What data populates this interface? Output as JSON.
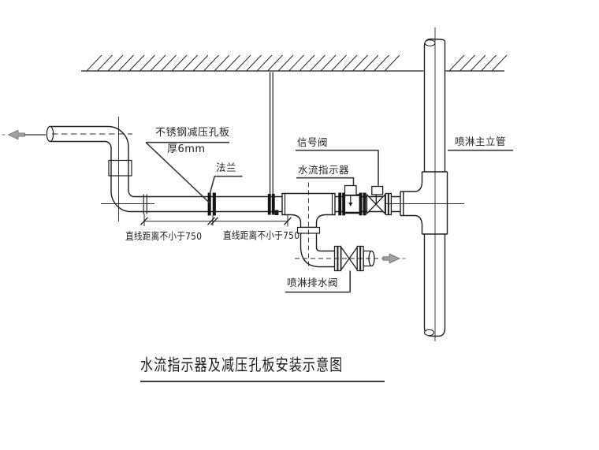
{
  "title": {
    "text": "水流指示器及减压孔板安装示意图"
  },
  "labels": {
    "orifice_plate_line1": "不锈钢减压孔板",
    "orifice_plate_line2": "厚6mm",
    "flange": "法兰",
    "signal_valve": "信号阀",
    "flow_indicator": "水流指示器",
    "main_riser": "喷淋主立管",
    "drain_valve": "喷淋排水阀"
  },
  "dimensions": {
    "left_segment": "直线距离不小于750",
    "right_segment": "直线距离不小于750"
  },
  "icons": {
    "flow_arrow_left": "flow-direction-out-left",
    "flow_arrow_right": "drain-flow-out-right"
  },
  "colors": {
    "line": "#1f1f1f",
    "text": "#232323",
    "arrow_fill": "#a0a0a0",
    "background": "#ffffff"
  }
}
